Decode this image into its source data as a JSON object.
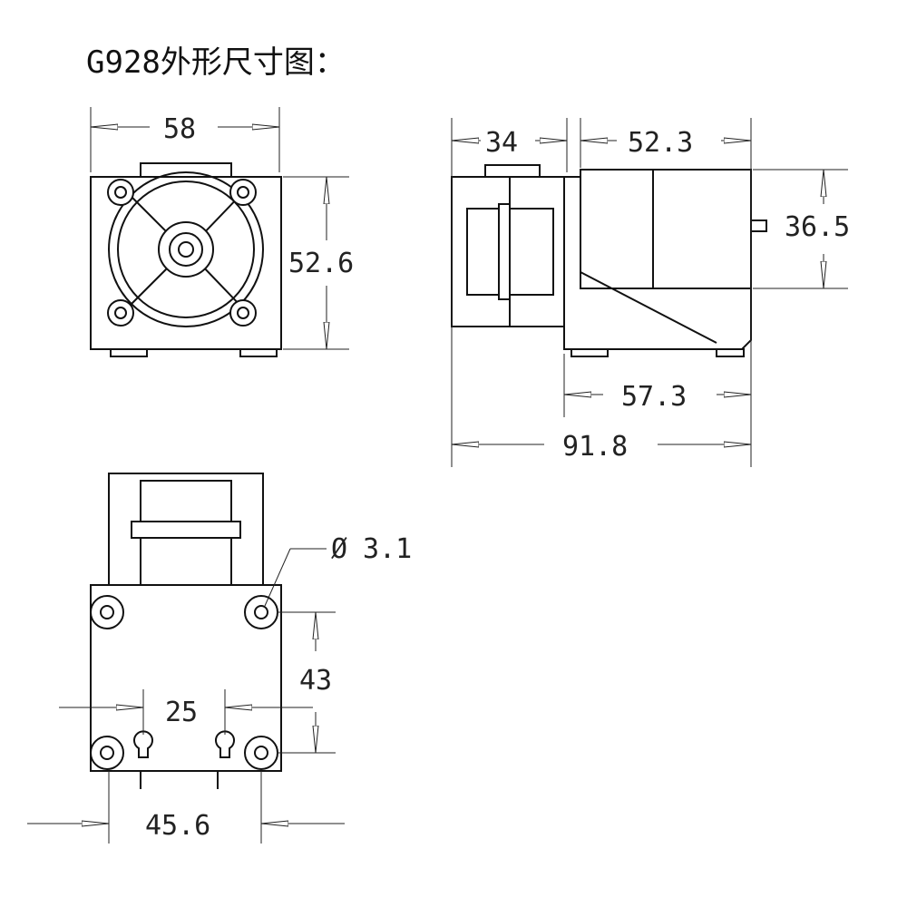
{
  "title": "G928外形尺寸图：",
  "front_view": {
    "width": "58",
    "height": "52.6"
  },
  "side_view": {
    "pump_length": "34",
    "motor_length": "52.3",
    "motor_height": "36.5",
    "base_length": "57.3",
    "total_length": "91.8"
  },
  "bottom_view": {
    "hole_symbol": "Ø",
    "hole_diameter": "3.1",
    "hole_spacing_vertical": "43",
    "keyhole_spacing": "25",
    "hole_spacing_horizontal": "45.6"
  }
}
